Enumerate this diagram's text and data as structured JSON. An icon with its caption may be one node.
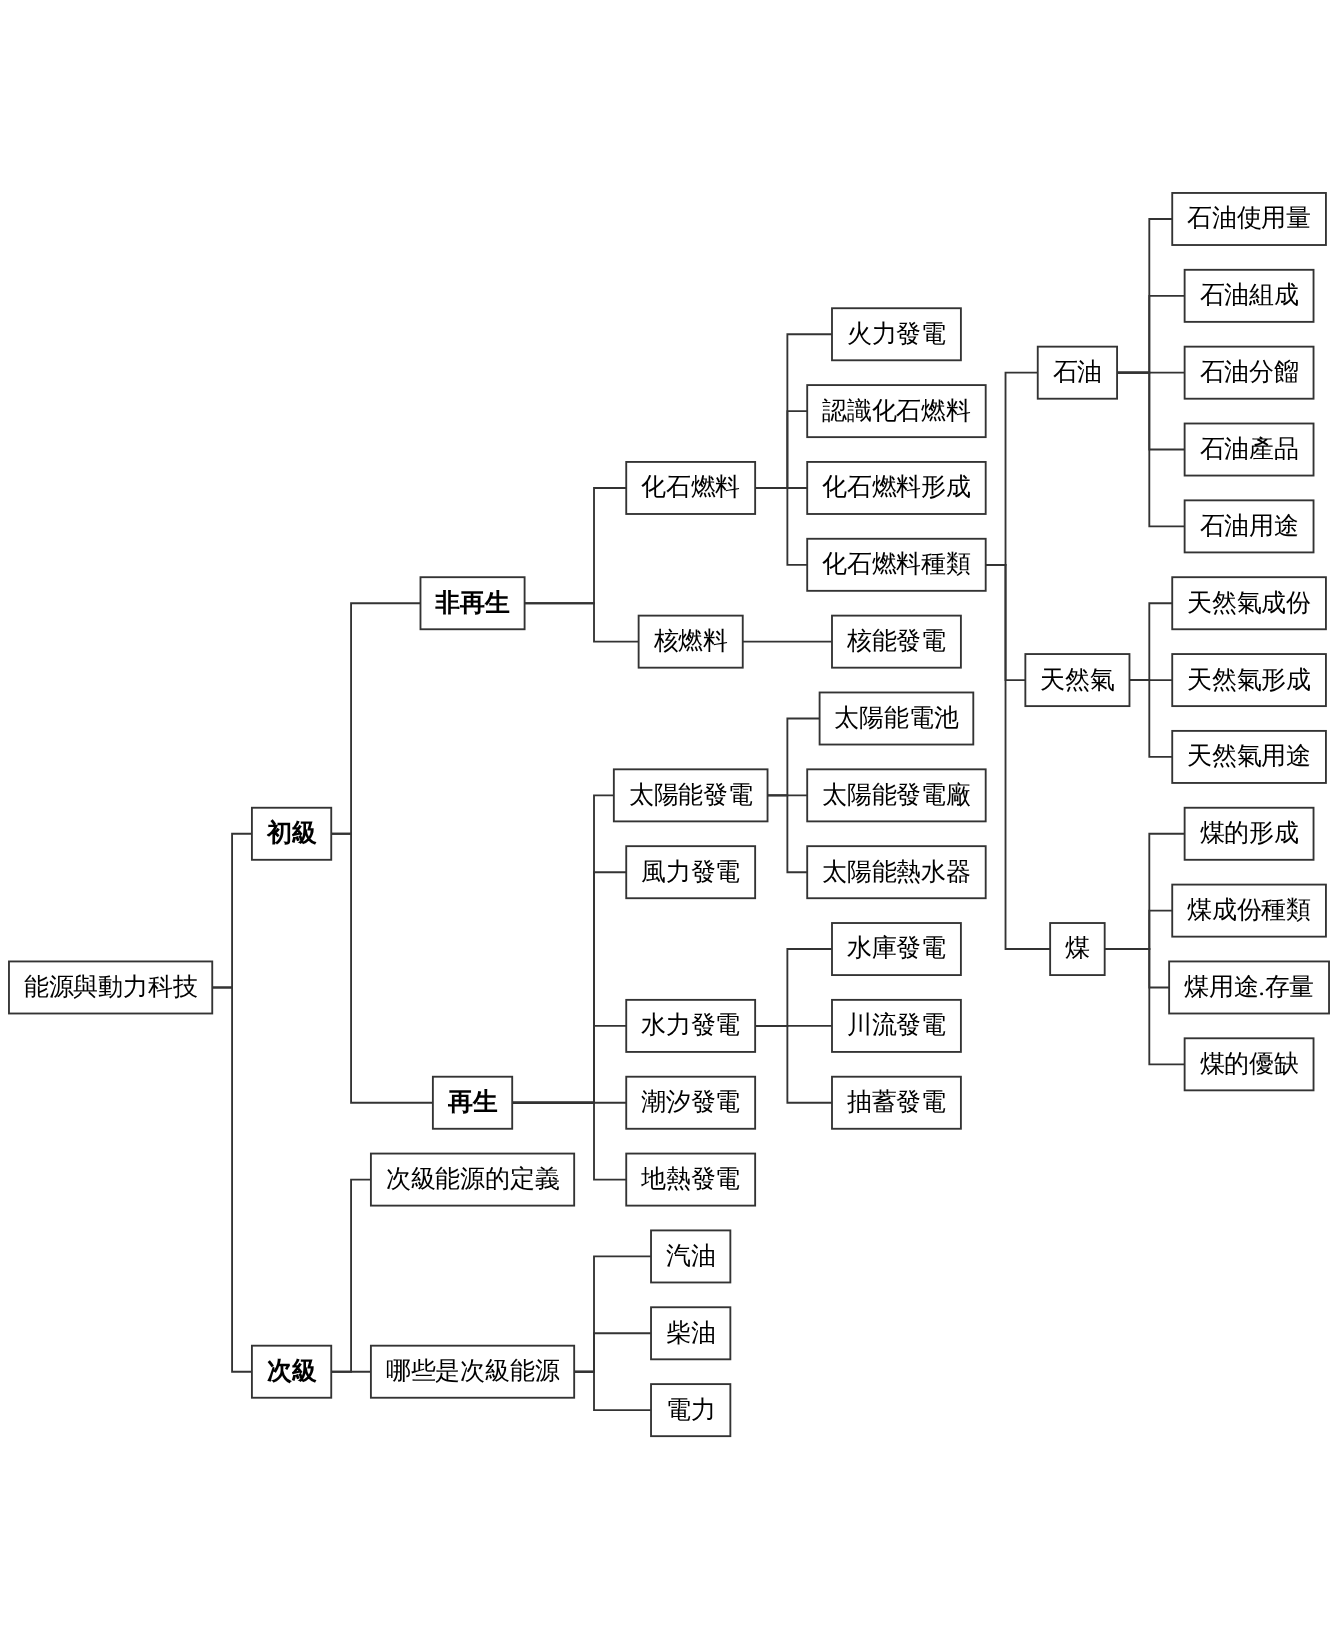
{
  "diagram": {
    "nodes": [
      {
        "text": [
          "能源與動力科技"
        ]
      },
      {
        "text": [
          "初級"
        ]
      },
      {
        "text": [
          "非再生"
        ]
      },
      {
        "text": [
          "化石燃料"
        ]
      },
      {
        "text": [
          "火力發電"
        ]
      },
      {
        "text": [
          "認識化石燃料"
        ]
      },
      {
        "text": [
          "化石燃料形成"
        ]
      },
      {
        "text": [
          "化石燃料種類"
        ]
      },
      {
        "text": [
          "石油"
        ]
      },
      {
        "text": [
          "石油使用量"
        ]
      },
      {
        "text": [
          "石油組成"
        ]
      },
      {
        "text": [
          "石油分餾"
        ]
      },
      {
        "text": [
          "石油產品"
        ]
      },
      {
        "text": [
          "石油用途"
        ]
      },
      {
        "text": [
          "天然氣"
        ]
      },
      {
        "text": [
          "天然氣成份"
        ]
      },
      {
        "text": [
          "天然氣形成"
        ]
      },
      {
        "text": [
          "天然氣用途"
        ]
      },
      {
        "text": [
          "煤"
        ]
      },
      {
        "text": [
          "煤的形成"
        ]
      },
      {
        "text": [
          "煤成份種類"
        ]
      },
      {
        "text": [
          "煤用途.存量"
        ]
      },
      {
        "text": [
          "煤的優缺"
        ]
      },
      {
        "text": [
          "核燃料"
        ]
      },
      {
        "text": [
          "核能發電"
        ]
      },
      {
        "text": [
          "再生"
        ]
      },
      {
        "text": [
          "太陽能發電"
        ]
      },
      {
        "text": [
          "太陽能電池"
        ]
      },
      {
        "text": [
          "太陽能發電廠"
        ]
      },
      {
        "text": [
          "太陽能熱水器"
        ]
      },
      {
        "text": [
          "風力發電"
        ]
      },
      {
        "text": [
          "水力發電"
        ]
      },
      {
        "text": [
          "水庫發電"
        ]
      },
      {
        "text": [
          "川流發電"
        ]
      },
      {
        "text": [
          "抽蓄發電"
        ]
      },
      {
        "text": [
          "潮汐發電"
        ]
      },
      {
        "text": [
          "地熱發電"
        ]
      },
      {
        "text": [
          "次級"
        ]
      },
      {
        "text": [
          "次級能源的定義"
        ]
      },
      {
        "text": [
          "哪些是次級能源"
        ]
      },
      {
        "text": [
          "汽油"
        ]
      },
      {
        "text": [
          "柴油"
        ]
      },
      {
        "text": [
          "電力"
        ]
      }
    ],
    "edges": [
      {
        "from": 0,
        "to": 1,
        "arrow": "none"
      },
      {
        "from": 0,
        "to": 37,
        "arrow": "none"
      },
      {
        "from": 1,
        "to": 2,
        "arrow": "none"
      },
      {
        "from": 1,
        "to": 25,
        "arrow": "none"
      },
      {
        "from": 2,
        "to": 3,
        "arrow": "none"
      },
      {
        "from": 2,
        "to": 23,
        "arrow": "none"
      },
      {
        "from": 3,
        "to": 4,
        "arrow": "none"
      },
      {
        "from": 3,
        "to": 5,
        "arrow": "none"
      },
      {
        "from": 3,
        "to": 6,
        "arrow": "none"
      },
      {
        "from": 3,
        "to": 7,
        "arrow": "none"
      },
      {
        "from": 7,
        "to": 8,
        "arrow": "none"
      },
      {
        "from": 7,
        "to": 14,
        "arrow": "none"
      },
      {
        "from": 7,
        "to": 18,
        "arrow": "none"
      },
      {
        "from": 8,
        "to": 9,
        "arrow": "none"
      },
      {
        "from": 8,
        "to": 10,
        "arrow": "none"
      },
      {
        "from": 8,
        "to": 11,
        "arrow": "none"
      },
      {
        "from": 8,
        "to": 12,
        "arrow": "none"
      },
      {
        "from": 8,
        "to": 13,
        "arrow": "none"
      },
      {
        "from": 14,
        "to": 15,
        "arrow": "none"
      },
      {
        "from": 14,
        "to": 16,
        "arrow": "none"
      },
      {
        "from": 14,
        "to": 17,
        "arrow": "none"
      },
      {
        "from": 18,
        "to": 19,
        "arrow": "none"
      },
      {
        "from": 18,
        "to": 20,
        "arrow": "none"
      },
      {
        "from": 18,
        "to": 21,
        "arrow": "none"
      },
      {
        "from": 18,
        "to": 22,
        "arrow": "none"
      },
      {
        "from": 23,
        "to": 24,
        "arrow": "none"
      },
      {
        "from": 25,
        "to": 26,
        "arrow": "none"
      },
      {
        "from": 25,
        "to": 30,
        "arrow": "none"
      },
      {
        "from": 25,
        "to": 31,
        "arrow": "none"
      },
      {
        "from": 25,
        "to": 35,
        "arrow": "none"
      },
      {
        "from": 25,
        "to": 36,
        "arrow": "none"
      },
      {
        "from": 26,
        "to": 27,
        "arrow": "none"
      },
      {
        "from": 26,
        "to": 28,
        "arrow": "none"
      },
      {
        "from": 26,
        "to": 29,
        "arrow": "none"
      },
      {
        "from": 31,
        "to": 32,
        "arrow": "none"
      },
      {
        "from": 31,
        "to": 33,
        "arrow": "none"
      },
      {
        "from": 31,
        "to": 34,
        "arrow": "none"
      },
      {
        "from": 37,
        "to": 38,
        "arrow": "none"
      },
      {
        "from": 37,
        "to": 39,
        "arrow": "none"
      },
      {
        "from": 39,
        "to": 40,
        "arrow": "none"
      },
      {
        "from": 39,
        "to": 41,
        "arrow": "none"
      },
      {
        "from": 39,
        "to": 42,
        "arrow": "none"
      }
    ]
  }
}
